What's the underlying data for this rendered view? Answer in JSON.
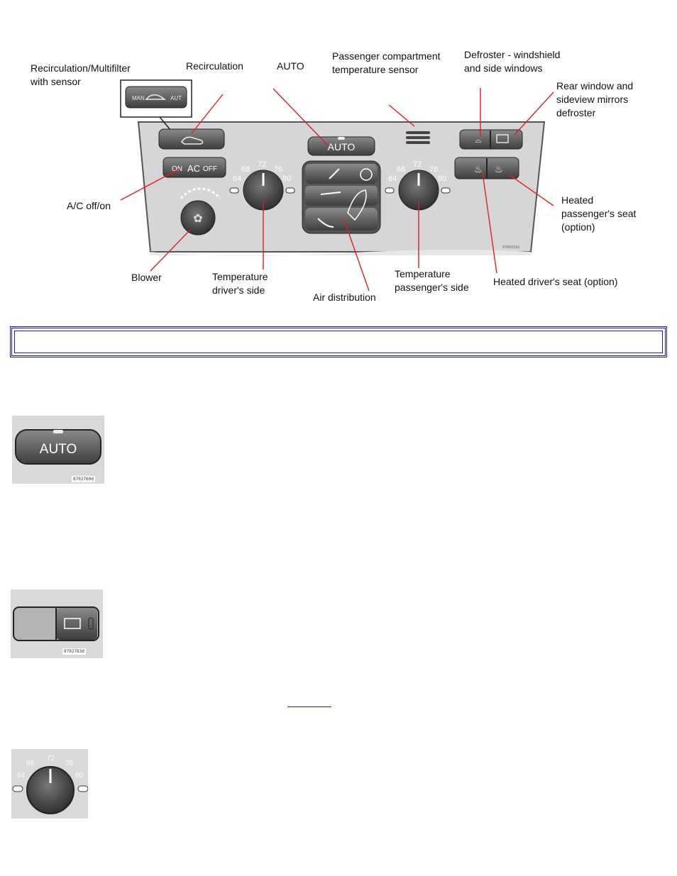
{
  "diagram": {
    "labels": {
      "recirc_multifilter": "Recirculation/Multifilter\nwith sensor",
      "recirculation": "Recirculation",
      "auto": "AUTO",
      "passenger_sensor": "Passenger compartment\ntemperature sensor",
      "defroster_ws": "Defroster - windshield\nand side windows",
      "rear_window": "Rear window and\nsideview mirrors\ndefroster",
      "ac": "A/C off/on",
      "heated_passenger": "Heated\npassenger's seat\n(option)",
      "blower": "Blower",
      "temp_driver": "Temperature\ndriver's side",
      "air_distribution": "Air distribution",
      "temp_passenger": "Temperature\npassenger's side",
      "heated_driver": "Heated driver's seat (option)"
    },
    "panel_text": {
      "auto_button": "AUTO",
      "ac_on": "ON",
      "ac_ac": "AC",
      "ac_off": "OFF",
      "recirc_man": "MAN",
      "recirc_aut": "AUT",
      "code": "8703333d"
    },
    "temp_scale": [
      "64",
      "68",
      "72",
      "76",
      "80"
    ]
  },
  "thumbs": {
    "auto": {
      "button_text": "AUTO",
      "code": "8702760d"
    },
    "rear_defrost": {
      "code": "8702783d"
    },
    "temp_knob": {
      "scale": [
        "64",
        "68",
        "72",
        "76",
        "80"
      ]
    }
  },
  "colors": {
    "panel": "#d6d6d8",
    "leader": "#e01e1e",
    "box_border": "#1a1acc"
  }
}
